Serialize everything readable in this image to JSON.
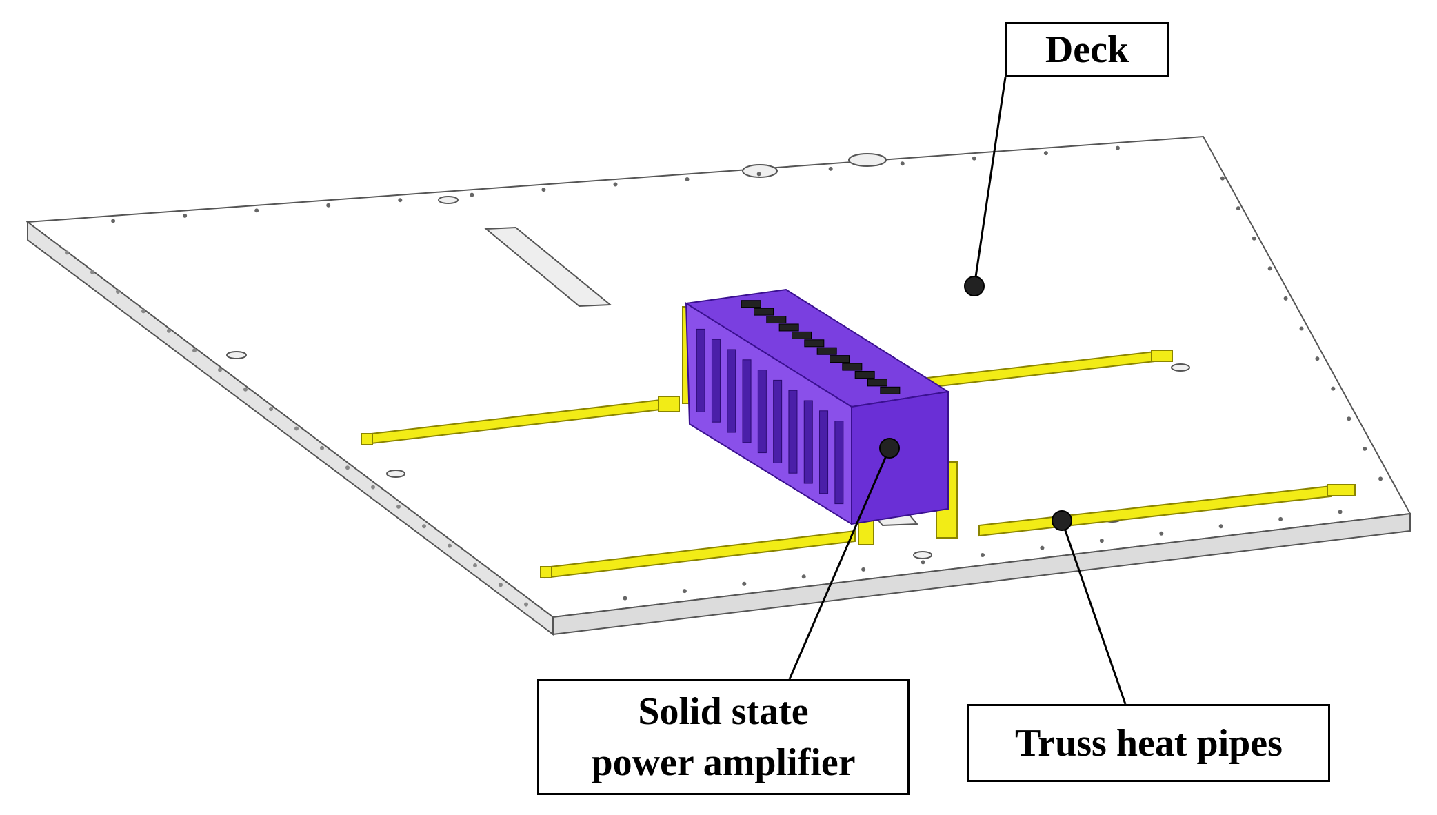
{
  "labels": {
    "deck": "Deck",
    "amplifier_line1": "Solid state",
    "amplifier_line2": "power amplifier",
    "heat_pipes": "Truss heat pipes"
  },
  "colors": {
    "deck_top": "#ffffff",
    "deck_side": "#e4e4e4",
    "deck_edge": "#555555",
    "heat_pipe": "#f2ec16",
    "heat_pipe_dark": "#b8b000",
    "amplifier": "#7a3fe0",
    "amplifier_dark": "#4a1fa8",
    "amplifier_face": "#6a2fd6",
    "leader": "#000000"
  }
}
